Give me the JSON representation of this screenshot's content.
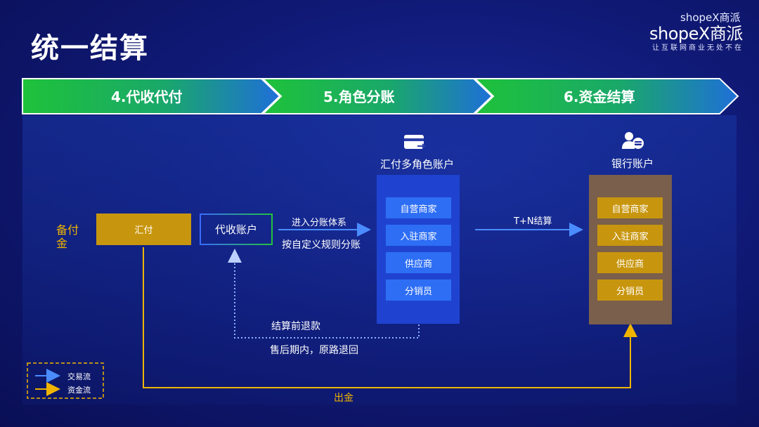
{
  "title": "统一结算",
  "logo": {
    "top": "shopeX商派",
    "main": "shopeX商派",
    "sub": "让互联网商业无处不在"
  },
  "steps": [
    "4.代收代付",
    "5.角色分账",
    "6.资金结算"
  ],
  "nodes": {
    "reserve": "备付\n金",
    "huifu": "汇付",
    "collect_account": "代收账户",
    "multi_role_title": "汇付多角色账户",
    "bank_title": "银行账户"
  },
  "multi_role_items": [
    "自营商家",
    "入驻商家",
    "供应商",
    "分销员"
  ],
  "bank_items": [
    "自营商家",
    "入驻商家",
    "供应商",
    "分销员"
  ],
  "flow_labels": {
    "split_top": "进入分账体系",
    "split_bottom": "按自定义规则分账",
    "settle": "T+N结算",
    "refund_top": "结算前退款",
    "refund_bottom": "售后期内，原路退回",
    "withdraw": "出金"
  },
  "legend": {
    "trade": "交易流",
    "fund": "资金流"
  },
  "colors": {
    "green": "#22c43c",
    "blue_arrow": "#4a8cff",
    "gold": "#c8960e",
    "orange_line": "#f0b400"
  }
}
